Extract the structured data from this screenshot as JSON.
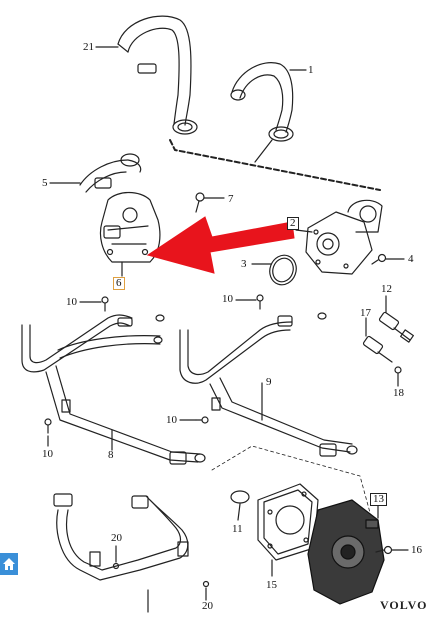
{
  "diagram": {
    "callouts": {
      "c21": "21",
      "c1": "1",
      "c5": "5",
      "c7": "7",
      "c2": "2",
      "c3": "3",
      "c4": "4",
      "c6": "6",
      "c10a": "10",
      "c10b": "10",
      "c10c": "10",
      "c10d": "10",
      "c12": "12",
      "c17": "17",
      "c18": "18",
      "c9": "9",
      "c8": "8",
      "c11": "11",
      "c13": "13",
      "c16": "16",
      "c15": "15",
      "c20a": "20",
      "c20b": "20"
    },
    "brand": "VOLVO",
    "colors": {
      "arrow": "#e8141c",
      "line": "#222222",
      "home": "#3a8fd8"
    }
  },
  "ui": {
    "home_icon": "home-icon"
  }
}
